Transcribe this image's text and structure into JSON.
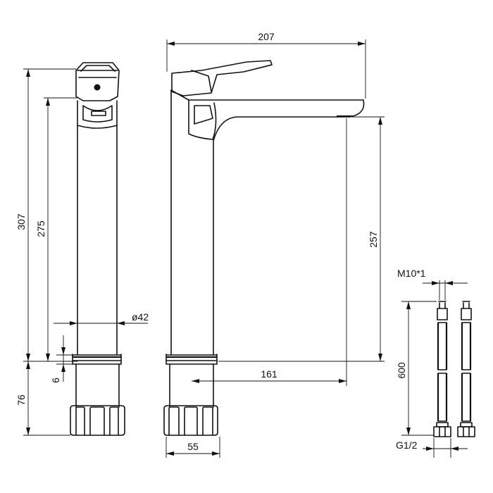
{
  "dimensions": {
    "total_height": "307",
    "spout_outlet_height": "275",
    "body_diameter": "ø42",
    "ring_height": "6",
    "shank_length": "76",
    "total_depth": "207",
    "outlet_to_base_height": "257",
    "reach": "161",
    "base_width": "55"
  },
  "hoses": {
    "thread_top": "M10*1",
    "length": "600",
    "thread_bottom": "G1/2"
  }
}
